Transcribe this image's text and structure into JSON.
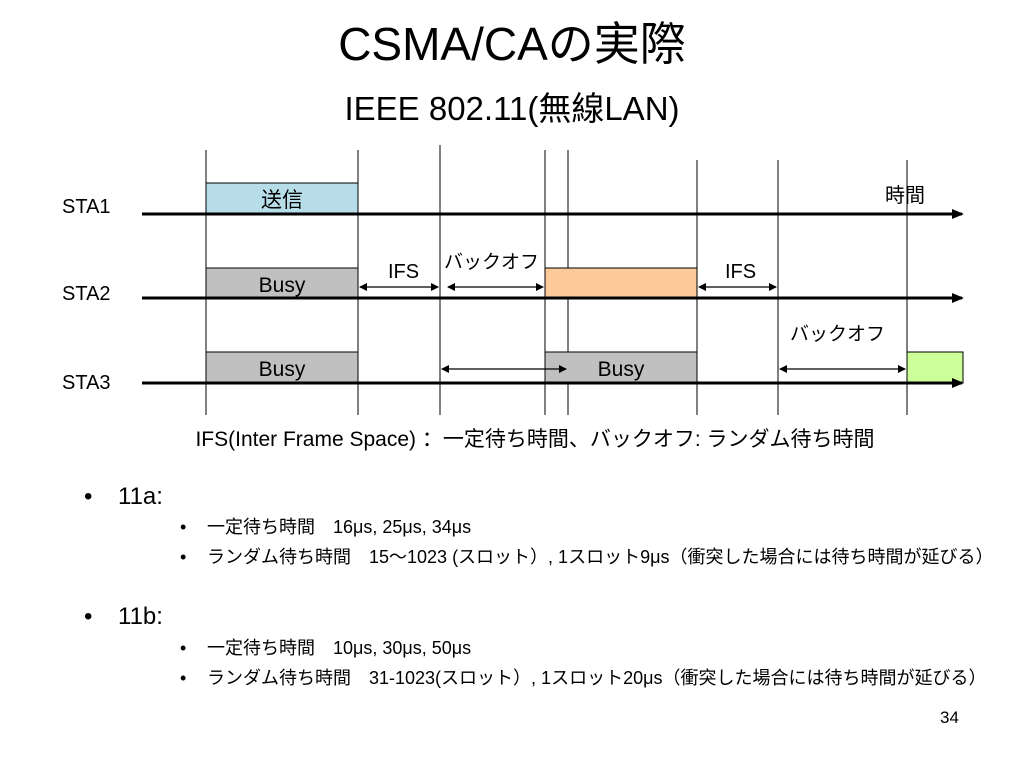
{
  "slide": {
    "title": "CSMA/CAの実際",
    "subtitle": "IEEE 802.11(無線LAN)",
    "page_number": "34"
  },
  "diagram": {
    "stations": [
      "STA1",
      "STA2",
      "STA3"
    ],
    "time_label": "時間",
    "blocks": {
      "sta1_send": "送信",
      "sta2_busy": "Busy",
      "sta3_busy1": "Busy",
      "sta3_busy2": "Busy"
    },
    "annotations": {
      "ifs_1": "IFS",
      "backoff_1": "バックオフ",
      "ifs_2": "IFS",
      "backoff_2": "バックオフ"
    },
    "caption": "IFS(Inter Frame Space) ：一定待ち時間、バックオフ: ランダム待ち時間",
    "colors": {
      "send": "#b7dde8",
      "busy": "#c0c0c0",
      "sta2_transmit": "#fcc998",
      "sta3_transmit": "#ccff99"
    }
  },
  "bullets": [
    {
      "label": "11a:",
      "items": [
        "一定待ち時間　16μs, 25μs, 34μs",
        "ランダム待ち時間　15～1023 (スロット）, 1スロット9μs（衝突した場合には待ち時間が延びる）"
      ]
    },
    {
      "label": "11b:",
      "items": [
        "一定待ち時間　10μs, 30μs, 50μs",
        "ランダム待ち時間　31-1023(スロット）, 1スロット20μs（衝突した場合には待ち時間が延びる）"
      ]
    }
  ]
}
